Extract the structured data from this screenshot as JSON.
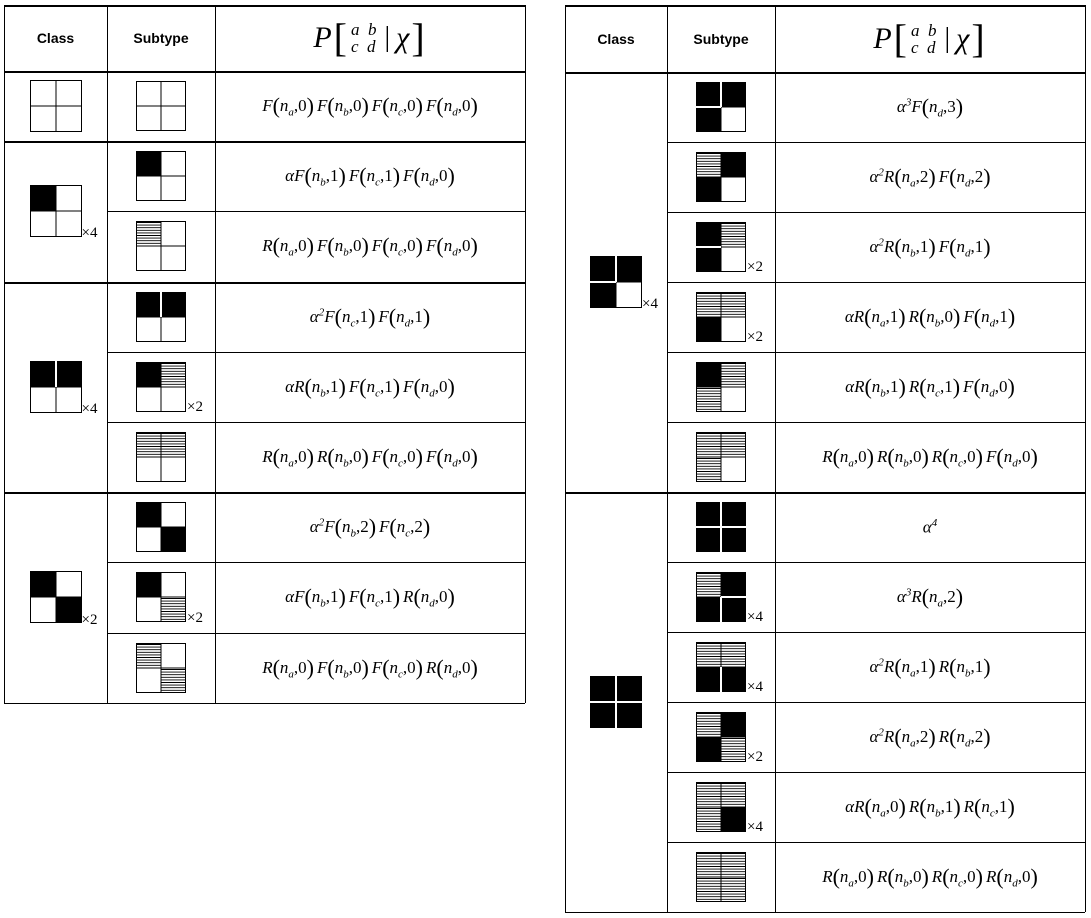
{
  "header": {
    "class": "Class",
    "subtype": "Subtype",
    "prob_P": "P",
    "prob_mat_top": "a b",
    "prob_mat_bottom": "c d",
    "prob_cond": "χ"
  },
  "left_table": {
    "groups": [
      {
        "class_tile": [
          "w",
          "w",
          "w",
          "w"
        ],
        "class_mult": "",
        "rows": [
          {
            "tile": [
              "w",
              "w",
              "w",
              "w"
            ],
            "mult": "",
            "formula": "F(n_a,0) F(n_b,0) F(n_c,0) F(n_d,0)"
          }
        ]
      },
      {
        "class_tile": [
          "b",
          "w",
          "w",
          "w"
        ],
        "class_mult": "×4",
        "rows": [
          {
            "tile": [
              "b",
              "w",
              "w",
              "w"
            ],
            "mult": "",
            "formula": "αF(n_b,1) F(n_c,1) F(n_d,0)"
          },
          {
            "tile": [
              "h",
              "w",
              "w",
              "w"
            ],
            "mult": "",
            "formula": "R(n_a,0) F(n_b,0) F(n_c,0) F(n_d,0)"
          }
        ]
      },
      {
        "class_tile": [
          "b",
          "b",
          "w",
          "w"
        ],
        "class_mult": "×4",
        "rows": [
          {
            "tile": [
              "b",
              "b",
              "w",
              "w"
            ],
            "mult": "",
            "formula": "α²F(n_c,1) F(n_d,1)"
          },
          {
            "tile": [
              "b",
              "h",
              "w",
              "w"
            ],
            "mult": "×2",
            "formula": "αR(n_b,1) F(n_c,1) F(n_d,0)"
          },
          {
            "tile": [
              "h",
              "h",
              "w",
              "w"
            ],
            "mult": "",
            "formula": "R(n_a,0) R(n_b,0) F(n_c,0) F(n_d,0)"
          }
        ]
      },
      {
        "class_tile": [
          "b",
          "w",
          "w",
          "b"
        ],
        "class_mult": "×2",
        "rows": [
          {
            "tile": [
              "b",
              "w",
              "w",
              "b"
            ],
            "mult": "",
            "formula": "α²F(n_b,2) F(n_c,2)"
          },
          {
            "tile": [
              "b",
              "w",
              "w",
              "h"
            ],
            "mult": "×2",
            "formula": "αF(n_b,1) F(n_c,1) R(n_d,0)"
          },
          {
            "tile": [
              "h",
              "w",
              "w",
              "h"
            ],
            "mult": "",
            "formula": "R(n_a,0) F(n_b,0) F(n_c,0) R(n_d,0)"
          }
        ]
      }
    ]
  },
  "right_table": {
    "groups": [
      {
        "class_tile": [
          "b",
          "b",
          "b",
          "w"
        ],
        "class_mult": "×4",
        "rows": [
          {
            "tile": [
              "b",
              "b",
              "b",
              "w"
            ],
            "mult": "",
            "formula": "α³F(n_d,3)"
          },
          {
            "tile": [
              "h",
              "b",
              "b",
              "w"
            ],
            "mult": "",
            "formula": "α²R(n_a,2) F(n_d,2)"
          },
          {
            "tile": [
              "b",
              "h",
              "b",
              "w"
            ],
            "mult": "×2",
            "formula": "α²R(n_b,1) F(n_d,1)"
          },
          {
            "tile": [
              "h",
              "h",
              "b",
              "w"
            ],
            "mult": "×2",
            "formula": "αR(n_a,1) R(n_b,0) F(n_d,1)"
          },
          {
            "tile": [
              "b",
              "h",
              "h",
              "w"
            ],
            "mult": "",
            "formula": "αR(n_b,1) R(n_c,1) F(n_d,0)"
          },
          {
            "tile": [
              "h",
              "h",
              "h",
              "w"
            ],
            "mult": "",
            "formula": "R(n_a,0) R(n_b,0) R(n_c,0) F(n_d,0)"
          }
        ]
      },
      {
        "class_tile": [
          "b",
          "b",
          "b",
          "b"
        ],
        "class_mult": "",
        "rows": [
          {
            "tile": [
              "b",
              "b",
              "b",
              "b"
            ],
            "mult": "",
            "formula": "α⁴"
          },
          {
            "tile": [
              "h",
              "b",
              "b",
              "b"
            ],
            "mult": "×4",
            "formula": "α³R(n_a,2)"
          },
          {
            "tile": [
              "h",
              "h",
              "b",
              "b"
            ],
            "mult": "×4",
            "formula": "α²R(n_a,1) R(n_b,1)"
          },
          {
            "tile": [
              "h",
              "b",
              "b",
              "h"
            ],
            "mult": "×2",
            "formula": "α²R(n_a,2) R(n_d,2)"
          },
          {
            "tile": [
              "h",
              "h",
              "h",
              "b"
            ],
            "mult": "×4",
            "formula": "αR(n_a,0) R(n_b,1) R(n_c,1)"
          },
          {
            "tile": [
              "h",
              "h",
              "h",
              "h"
            ],
            "mult": "",
            "formula": "R(n_a,0) R(n_b,0) R(n_c,0) R(n_d,0)"
          }
        ]
      }
    ]
  }
}
